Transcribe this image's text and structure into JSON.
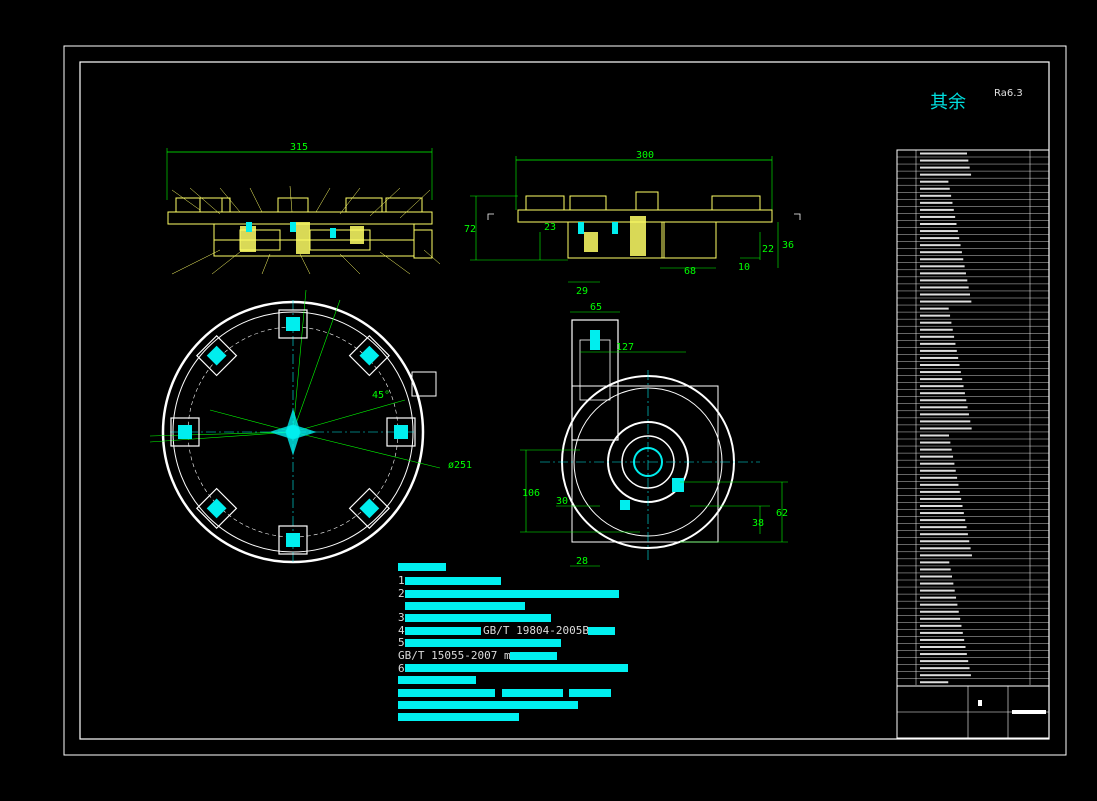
{
  "drawing": {
    "surface_finish": {
      "text": "其余",
      "value": "Ra6.3"
    },
    "dims": {
      "top_width": "315",
      "side_width": "300",
      "side_height": "72",
      "side_23": "23",
      "side_22": "22",
      "side_36": "36",
      "side_10": "10",
      "side_68": "68",
      "side_29": "29",
      "plan_angle": "45°",
      "plan_dia": "ø251",
      "sec_65": "65",
      "sec_127": "127",
      "sec_106": "106",
      "sec_30": "30",
      "sec_28": "28",
      "sec_38": "38",
      "sec_62": "62"
    },
    "notes": [
      {
        "label": "1",
        "text": ""
      },
      {
        "label": "2",
        "text": ""
      },
      {
        "label": "3",
        "text": ""
      },
      {
        "label": "4",
        "text": "GB/T 19804-2005B"
      },
      {
        "label": "5",
        "text": ""
      },
      {
        "label": "",
        "text": "GB/T 15055-2007 m"
      },
      {
        "label": "6",
        "text": ""
      }
    ]
  },
  "colors": {
    "frame": "#ffffff",
    "dim": "#00ff00",
    "part": "#ffff66",
    "cyan": "#00e8e8",
    "highlight": "#00f0f0"
  }
}
